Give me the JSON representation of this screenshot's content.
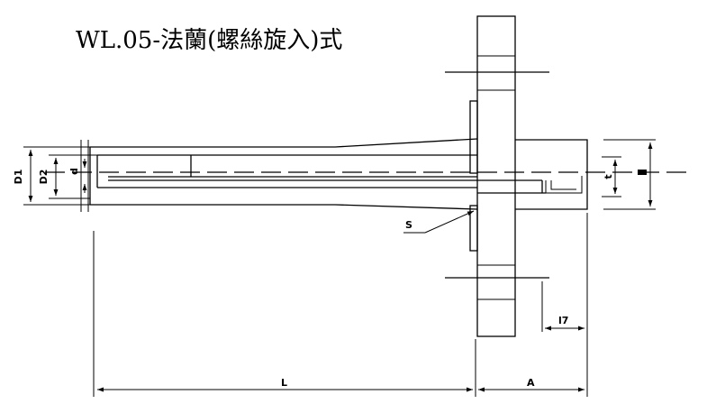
{
  "title": "WL.05-法蘭(螺絲旋入)式",
  "labels": {
    "D1": "D1",
    "D2": "D2",
    "d": "d",
    "S": "S",
    "L": "L",
    "A": "A",
    "l7": "l7",
    "t": "t"
  }
}
